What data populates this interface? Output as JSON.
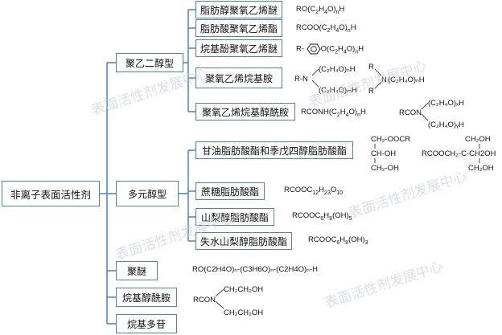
{
  "root": {
    "label": "非离子表面活性剂"
  },
  "categories": {
    "polyglycol": "聚乙二醇型",
    "polyol": "多元醇型",
    "polyether": "聚醚",
    "alkylolamide": "烷基醇酰胺",
    "alkyl_polyglycoside": "烷基多苷"
  },
  "polyglycol_items": [
    {
      "label": "脂肪醇聚氧乙烯醚"
    },
    {
      "label": "脂肪酸聚氧乙烯酯"
    },
    {
      "label": "烷基酚聚氧乙烯醚"
    },
    {
      "label": "聚氧乙烯烷基胺"
    },
    {
      "label": "聚氧乙烯烷基醇酰胺"
    }
  ],
  "polyol_items": [
    {
      "label": "甘油脂肪酸酯和季戊四醇脂肪酸酯"
    },
    {
      "label": "蔗糖脂肪酸酯"
    },
    {
      "label": "山梨醇脂肪酸酯"
    },
    {
      "label": "失水山梨醇脂肪酸酯"
    }
  ],
  "formulas": {
    "f1": {
      "a": "RO(C",
      "b": "2",
      "c": "H",
      "d": "4",
      "e": "O)",
      "f": "n",
      "g": "H"
    },
    "f2": {
      "a": "RCOO(C",
      "b": "2",
      "c": "H",
      "d": "4",
      "e": "O)",
      "f": "n",
      "g": "H"
    },
    "f3_prefix": "R-",
    "f3": {
      "a": "O(C",
      "b": "2",
      "c": "H",
      "d": "4",
      "e": "O)",
      "f": "n",
      "g": "H"
    },
    "f4a": {
      "prefix": "R-N",
      "up": "(C₂H₄O)ₙH",
      "down": "(C₂H₄O)ₘH"
    },
    "f4b": {
      "r1": "R",
      "r2": "R",
      "n": "N",
      "chain": "(C₂H₄O)ₙH"
    },
    "f5a": {
      "a": "RCONH(C",
      "b": "2",
      "c": "H",
      "d": "4",
      "e": "O)",
      "f": "n",
      "g": "H"
    },
    "f5b": {
      "prefix": "RCON",
      "up": "(C₂H₄O)ₓH",
      "down": "(C₂H₄O)ᵧH"
    },
    "glycerol": {
      "l1": "CH₂-OOCR",
      "l2": "CH-OH",
      "l3": "CH₂-OH"
    },
    "pentaerythritol": {
      "prefix": "RCOOCH₂-C-CH2OH",
      "top": "CH₂OH",
      "bottom": "CH₂OH"
    },
    "sucrose": {
      "a": "RCOOC",
      "b": "12",
      "c": "H",
      "d": "23",
      "e": "O",
      "f": "10"
    },
    "sorbitol": {
      "a": "RCOOC",
      "b": "6",
      "c": "H",
      "d": "8",
      "e": "(OH)",
      "f": "5"
    },
    "sorbitan": {
      "a": "RCOOC",
      "b": "6",
      "c": "H",
      "d": "8",
      "e": "(OH)",
      "f": "3"
    },
    "polyether": "RO(C2H4O)ₙ-(C3H6O)ₙ-(C2H4O)ₙ-H",
    "alkylolamide": {
      "prefix": "RCON",
      "up": "CH₂CH₂OH",
      "down": "CH₂CH₂OH"
    }
  },
  "watermark": "表面活性剂发展中心"
}
